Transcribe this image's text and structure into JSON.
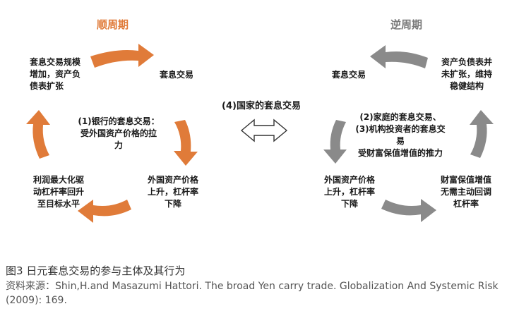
{
  "diagram": {
    "left": {
      "title": "顺周期",
      "color": "#e07b39",
      "top_left": "套息交易规模\n增加，资产负\n债表扩张",
      "top_right": "套息交易",
      "center": "(1)银行的套息交易：\n受外国资产价格的拉\n力",
      "bottom_left": "利润最大化驱\n动杠杆率回升\n至目标水平",
      "bottom_right": "外国资产价格\n上升，杠杆率\n下降"
    },
    "right": {
      "title": "逆周期",
      "color": "#8a8a8a",
      "top_left": "套息交易",
      "top_right": "资产负债表并\n未扩张，维持\n稳健结构",
      "center": "(2)家庭的套息交易、\n(3)机构投资者的套息交\n易\n受财富保值增值的推力",
      "bottom_left": "外国资产价格\n上升，杠杆率\n下降",
      "bottom_right": "财富保值增值\n无需主动回调\n杠杆率"
    },
    "middle": {
      "label": "(4)国家的套息交易",
      "arrow": "double-arrow-icon"
    }
  },
  "caption": {
    "title": "图3 日元套息交易的参与主体及其行为",
    "source": "资料来源：Shin,H.and Masazumi Hattori. The broad Yen carry trade. Globalization And Systemic Risk (2009): 169."
  }
}
